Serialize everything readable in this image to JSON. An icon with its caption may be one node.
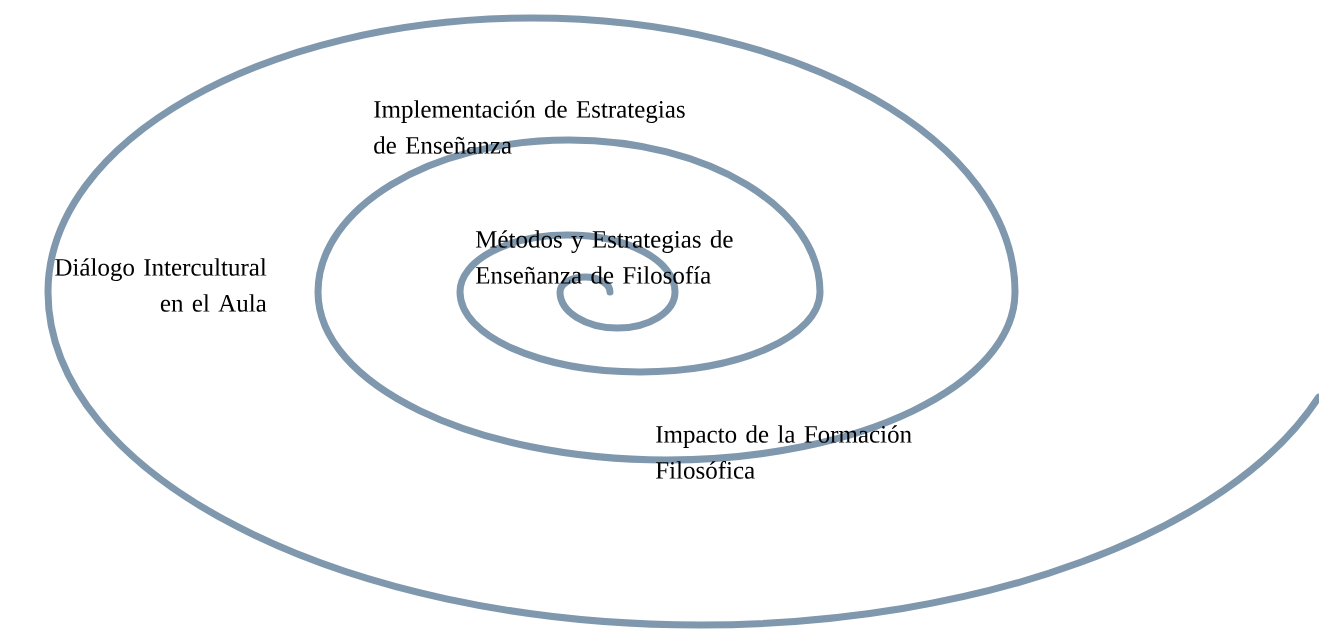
{
  "diagram": {
    "labels": [
      "Implementación de Estrategias de Enseñanza",
      "Métodos y Estrategias de Enseñanza de Filosofía",
      "Diálogo Intercultural en el Aula",
      "Impacto de la Formación Filosófica"
    ]
  }
}
